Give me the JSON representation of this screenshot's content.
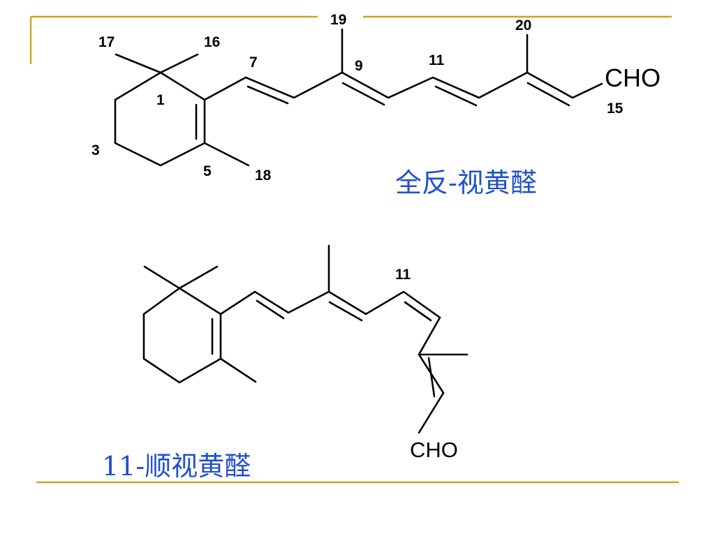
{
  "slide": {
    "accent_color": "#d4a017",
    "name_color": "#1f4fd1"
  },
  "molecule_top": {
    "name": "全反-视黄醛",
    "terminal_group": "CHO",
    "atom_labels": {
      "c1": "1",
      "c3": "3",
      "c5": "5",
      "c7": "7",
      "c9": "9",
      "c11": "11",
      "c15": "15",
      "c16": "16",
      "c17": "17",
      "c18": "18",
      "c19": "19",
      "c20": "20"
    }
  },
  "molecule_bottom": {
    "name": "11-顺视黄醛",
    "terminal_group": "CHO",
    "atom_labels": {
      "c11": "11"
    }
  }
}
